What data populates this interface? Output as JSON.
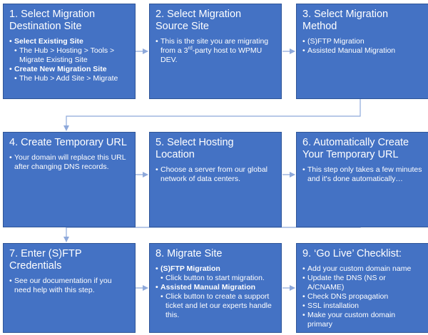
{
  "steps": [
    {
      "title": "1. Select Migration Destination Site",
      "items": [
        {
          "text": "Select Existing Site",
          "bold": true,
          "level": 0
        },
        {
          "text": "The Hub > Hosting > Tools > Migrate Existing Site",
          "bold": false,
          "level": 1
        },
        {
          "text": "Create New Migration Site",
          "bold": true,
          "level": 0
        },
        {
          "text": "The Hub > Add Site > Migrate",
          "bold": false,
          "level": 1
        }
      ]
    },
    {
      "title": "2. Select Migration Source Site",
      "items": [
        {
          "text": "This is the site you are migrating from a 3",
          "sup": "rd",
          "after": "-party host to WPMU DEV.",
          "bold": false,
          "level": 0
        }
      ]
    },
    {
      "title": "3. Select Migration Method",
      "items": [
        {
          "text": "(S)FTP Migration",
          "bold": false,
          "level": 0
        },
        {
          "text": "Assisted Manual Migration",
          "bold": false,
          "level": 0
        }
      ]
    },
    {
      "title": "4. Create Temporary URL",
      "items": [
        {
          "text": "Your domain will replace this URL after changing DNS records.",
          "bold": false,
          "level": 0
        }
      ]
    },
    {
      "title": "5. Select Hosting Location",
      "items": [
        {
          "text": "Choose a server from our global network of data centers.",
          "bold": false,
          "level": 0
        }
      ]
    },
    {
      "title": "6. Automatically Create Your Temporary URL",
      "items": [
        {
          "text": "This step only takes a few minutes and it's done automatically…",
          "bold": false,
          "level": 0
        }
      ]
    },
    {
      "title": "7. Enter (S)FTP Credentials",
      "items": [
        {
          "text": "See our documentation if you need help with this step.",
          "bold": false,
          "level": 0
        }
      ]
    },
    {
      "title": "8. Migrate Site",
      "items": [
        {
          "text": "(S)FTP Migration",
          "bold": true,
          "level": 0
        },
        {
          "text": "Click button to start migration.",
          "bold": false,
          "level": 1
        },
        {
          "text": "Assisted Manual Migration",
          "bold": true,
          "level": 0
        },
        {
          "text": "Click button to create a support ticket and let our experts handle this.",
          "bold": false,
          "level": 1
        }
      ]
    },
    {
      "title": "9. ‘Go Live’ Checklist:",
      "items": [
        {
          "text": "Add your custom domain name",
          "bold": false,
          "level": 0
        },
        {
          "text": "Update the DNS (NS or A/CNAME)",
          "bold": false,
          "level": 0
        },
        {
          "text": "Check DNS propagation",
          "bold": false,
          "level": 0
        },
        {
          "text": "SSL installation",
          "bold": false,
          "level": 0
        },
        {
          "text": "Make your custom domain primary",
          "bold": false,
          "level": 0
        }
      ]
    }
  ],
  "colors": {
    "box_fill": "#4472C4",
    "box_border": "#2F5597",
    "text": "#FFFFFF",
    "arrow": "#8EA9DB",
    "background": "#FFFFFF"
  }
}
